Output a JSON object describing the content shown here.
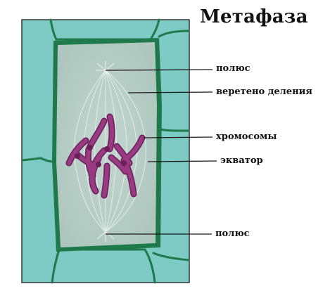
{
  "title": "Метафаза",
  "labels": {
    "pole_top": "полюс",
    "spindle": "веретено деления",
    "chromosomes": "хромосомы",
    "equator": "экватор",
    "pole_bottom": "полюс"
  },
  "colors": {
    "cell_wall_fill": "#7ecac4",
    "cell_wall_line": "#1e7a4a",
    "cytoplasm": "#b7cdc6",
    "chromosome": "#9a3a82",
    "chromosome_dark": "#6a1f58",
    "spindle": "#e9f1ec",
    "leader": "#1a1a1a",
    "frame": "#333333"
  }
}
